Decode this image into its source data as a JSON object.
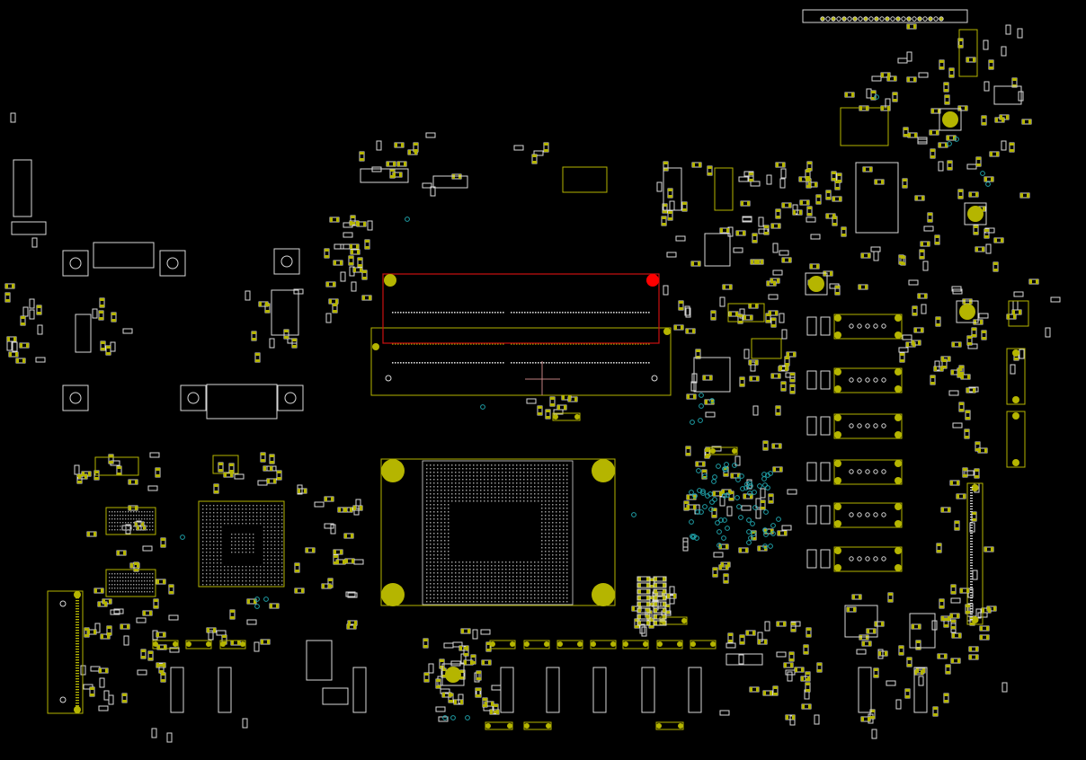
{
  "viewer": {
    "background_color": "#000000",
    "colors": {
      "outline": "#d8d8d8",
      "pad": "#b5b500",
      "highlight": "#cc1111",
      "marker": "#ff0000",
      "test_point": "#1fa0a8",
      "crosshair": "#c08080"
    },
    "selection": {
      "state": "selected",
      "marker": "red-dot"
    },
    "layers": [
      "component-outlines",
      "pads",
      "test-points",
      "selection"
    ]
  }
}
